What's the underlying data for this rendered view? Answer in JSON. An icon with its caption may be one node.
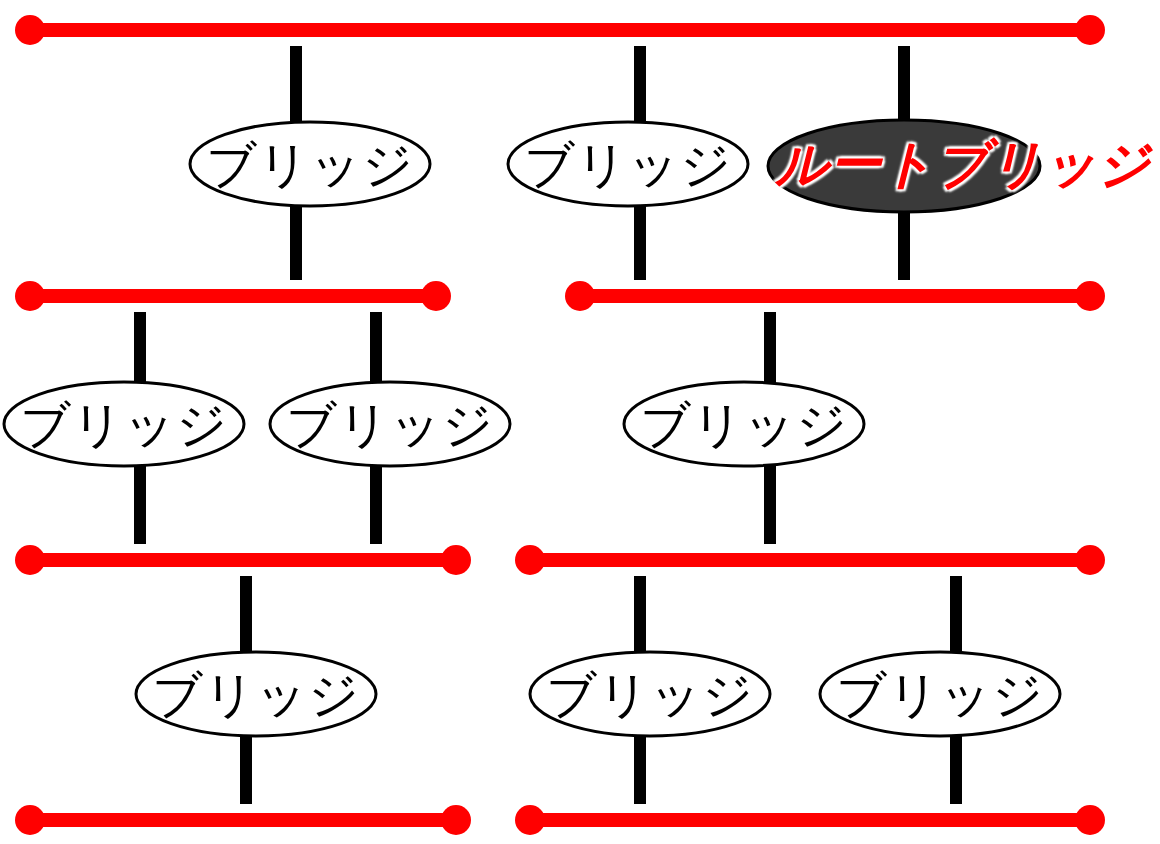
{
  "diagram": {
    "nodes": [
      {
        "text": [],
        "shape": "bar"
      },
      {
        "text": [
          "ブリッジ"
        ]
      },
      {
        "text": [
          "ブリッジ"
        ]
      },
      {
        "text": [
          "ルートブリッジ"
        ]
      },
      {
        "text": [],
        "shape": "bar"
      },
      {
        "text": [],
        "shape": "bar"
      },
      {
        "text": [
          "ブリッジ"
        ]
      },
      {
        "text": [
          "ブリッジ"
        ]
      },
      {
        "text": [
          "ブリッジ"
        ]
      },
      {
        "text": [],
        "shape": "bar"
      },
      {
        "text": [],
        "shape": "bar"
      },
      {
        "text": [
          "ブリッジ"
        ]
      },
      {
        "text": [
          "ブリッジ"
        ]
      },
      {
        "text": [
          "ブリッジ"
        ]
      },
      {
        "text": [],
        "shape": "bar"
      },
      {
        "text": [],
        "shape": "bar"
      }
    ],
    "edges": [
      {
        "from": 0,
        "to": 1,
        "arrow": "none"
      },
      {
        "from": 1,
        "to": 4,
        "arrow": "none"
      },
      {
        "from": 0,
        "to": 2,
        "arrow": "none"
      },
      {
        "from": 2,
        "to": 5,
        "arrow": "none"
      },
      {
        "from": 0,
        "to": 3,
        "arrow": "none"
      },
      {
        "from": 3,
        "to": 5,
        "arrow": "none"
      },
      {
        "from": 4,
        "to": 6,
        "arrow": "none"
      },
      {
        "from": 6,
        "to": 9,
        "arrow": "none"
      },
      {
        "from": 4,
        "to": 7,
        "arrow": "none"
      },
      {
        "from": 7,
        "to": 9,
        "arrow": "none"
      },
      {
        "from": 5,
        "to": 8,
        "arrow": "none"
      },
      {
        "from": 8,
        "to": 10,
        "arrow": "none"
      },
      {
        "from": 9,
        "to": 11,
        "arrow": "none"
      },
      {
        "from": 11,
        "to": 14,
        "arrow": "none"
      },
      {
        "from": 10,
        "to": 12,
        "arrow": "none"
      },
      {
        "from": 12,
        "to": 15,
        "arrow": "none"
      },
      {
        "from": 10,
        "to": 13,
        "arrow": "none"
      },
      {
        "from": 13,
        "to": 15,
        "arrow": "none"
      }
    ]
  }
}
